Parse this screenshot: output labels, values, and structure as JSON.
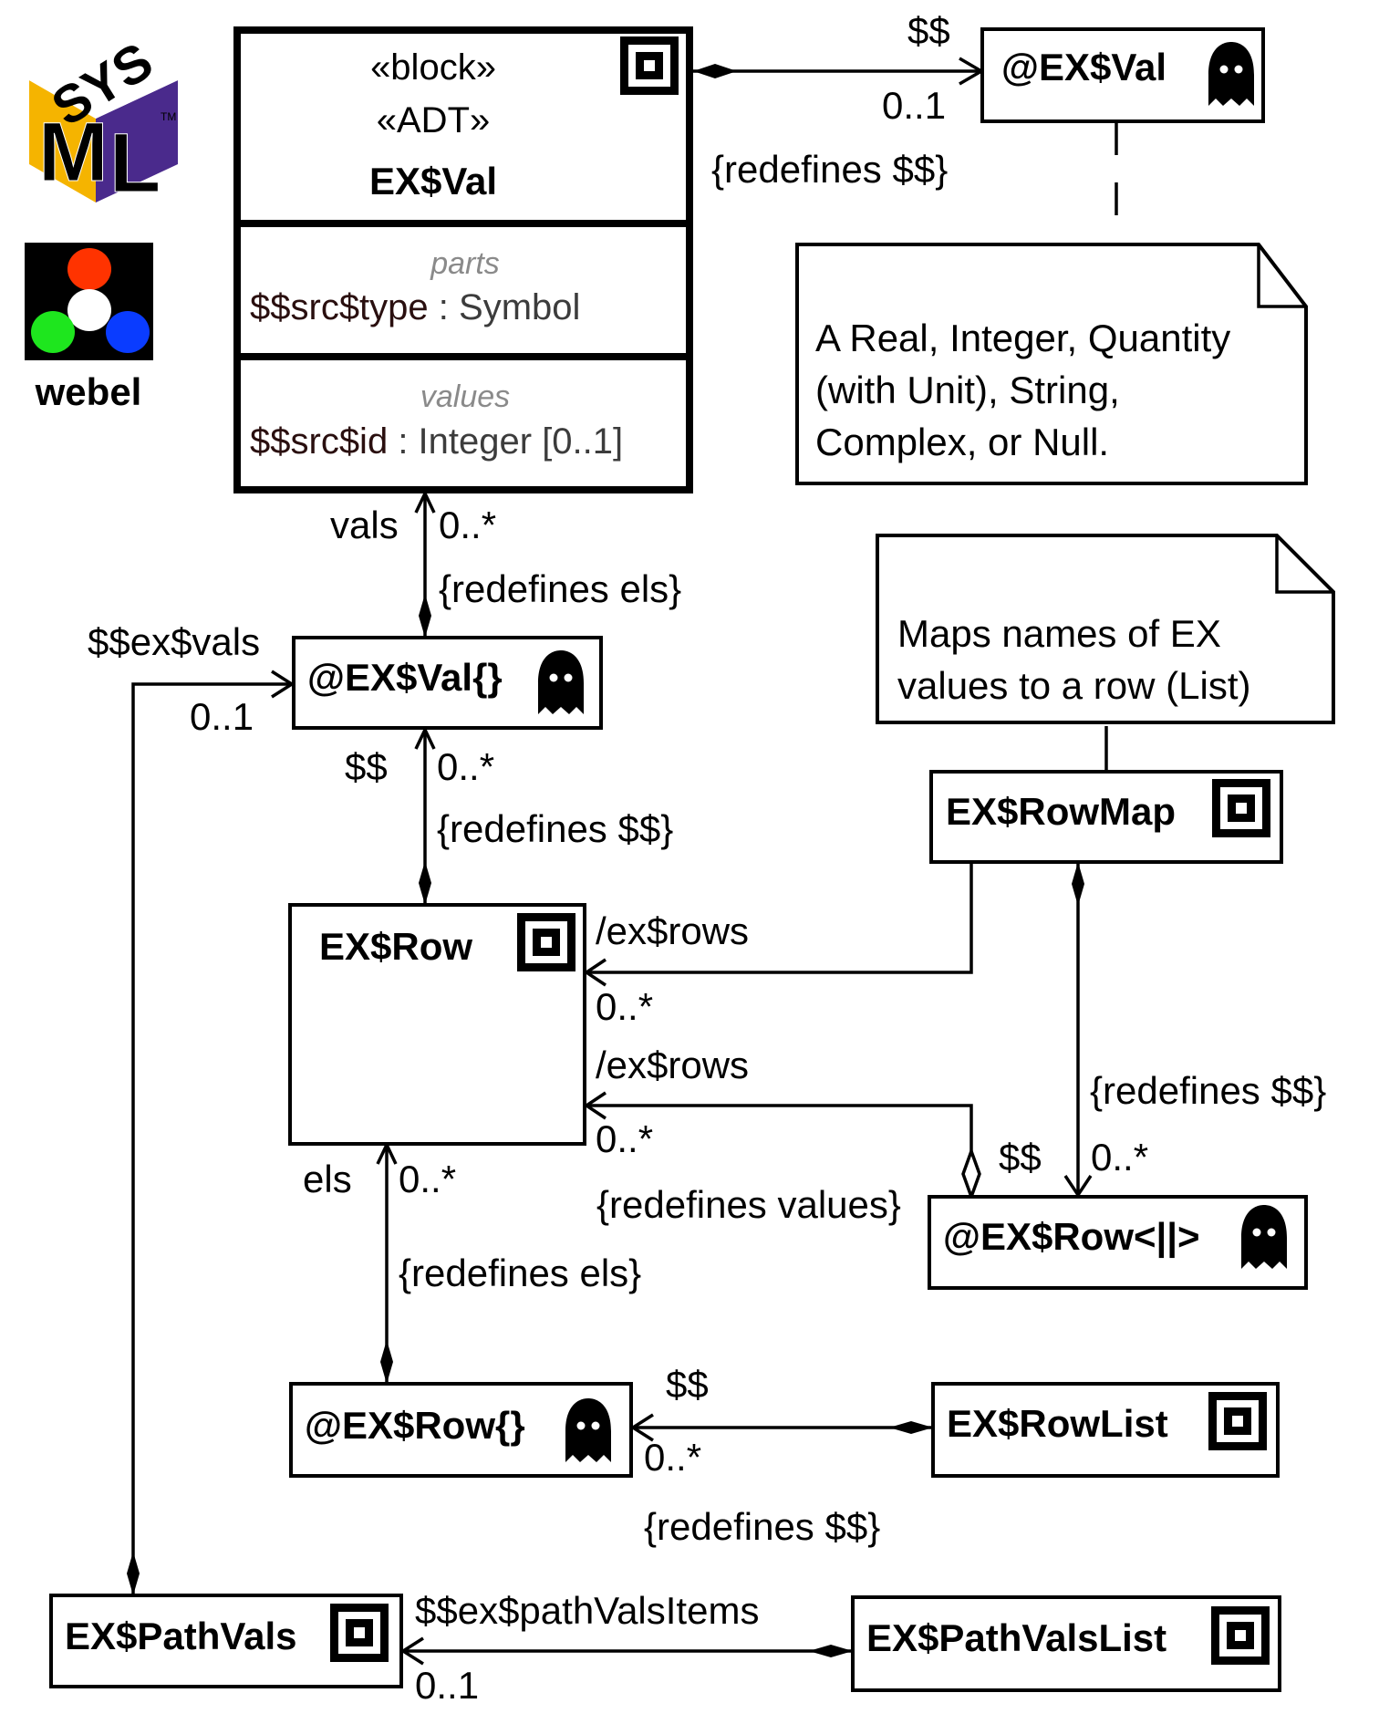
{
  "logos": {
    "sysml": {
      "letters": [
        "SYS",
        "M",
        "L"
      ],
      "trademark": "TM",
      "colors": {
        "sys": "#a3174f",
        "m": "#f5b400",
        "l": "#4a2a8c"
      }
    },
    "webel": {
      "label": "webel",
      "colors": {
        "red": "#ff3300",
        "green": "#1ee61e",
        "blue": "#0a3cff",
        "white": "#ffffff",
        "background": "#000000"
      }
    }
  },
  "blocks": {
    "ex_val": {
      "stereotypes": [
        "«block»",
        "«ADT»"
      ],
      "name": "EX$Val",
      "parts_label": "parts",
      "parts": [
        {
          "name": "$$src$type",
          "sep": " : ",
          "type": "Symbol"
        }
      ],
      "values_label": "values",
      "values": [
        {
          "name": "$$src$id",
          "sep": " : ",
          "type": "Integer [0..1]"
        }
      ]
    },
    "at_ex_val": {
      "name": "@EX$Val",
      "icon": "ghost-icon"
    },
    "at_ex_val_set": {
      "name": "@EX$Val{}",
      "icon": "ghost-icon"
    },
    "ex_row_map": {
      "name": "EX$RowMap",
      "icon": "block-icon"
    },
    "ex_row": {
      "name": "EX$Row",
      "icon": "block-icon"
    },
    "at_ex_row_bag": {
      "name": "@EX$Row<||>",
      "icon": "ghost-icon"
    },
    "at_ex_row_set": {
      "name": "@EX$Row{}",
      "icon": "ghost-icon"
    },
    "ex_row_list": {
      "name": "EX$RowList",
      "icon": "block-icon"
    },
    "ex_path_vals": {
      "name": "EX$PathVals",
      "icon": "block-icon"
    },
    "ex_path_vals_list": {
      "name": "EX$PathValsList",
      "icon": "block-icon"
    }
  },
  "notes": {
    "val_note": [
      "A Real, Integer, Quantity",
      "(with Unit), String,",
      "Complex, or Null."
    ],
    "rowmap_note": [
      "Maps names of EX",
      "values to a row (List)"
    ]
  },
  "associations": {
    "exval_to_atexval": {
      "role": "$$",
      "multiplicity": "0..1",
      "constraint": "{redefines $$}"
    },
    "atexvalset_to_exval": {
      "role": "vals",
      "multiplicity": "0..*",
      "constraint": "{redefines els}"
    },
    "exrow_to_atexvalset": {
      "role": "$$",
      "multiplicity": "0..*",
      "constraint": "{redefines $$}"
    },
    "pathvals_to_atexvalset": {
      "role": "$$ex$vals",
      "multiplicity": "0..1"
    },
    "rowmap_to_exrow": {
      "role": "/ex$rows",
      "multiplicity": "0..*"
    },
    "bag_to_exrow": {
      "role": "/ex$rows",
      "multiplicity": "0..*",
      "constraint": "{redefines values}"
    },
    "rowmap_to_bag": {
      "role": "$$",
      "multiplicity": "0..*",
      "constraint": "{redefines $$}"
    },
    "rowset_to_exrow": {
      "role": "els",
      "multiplicity": "0..*",
      "constraint": "{redefines els}"
    },
    "rowlist_to_rowset": {
      "role": "$$",
      "multiplicity": "0..*",
      "constraint": "{redefines $$}"
    },
    "pathvalslist_to_pathvals": {
      "role": "$$ex$pathValsItems",
      "multiplicity": "0..1"
    }
  }
}
